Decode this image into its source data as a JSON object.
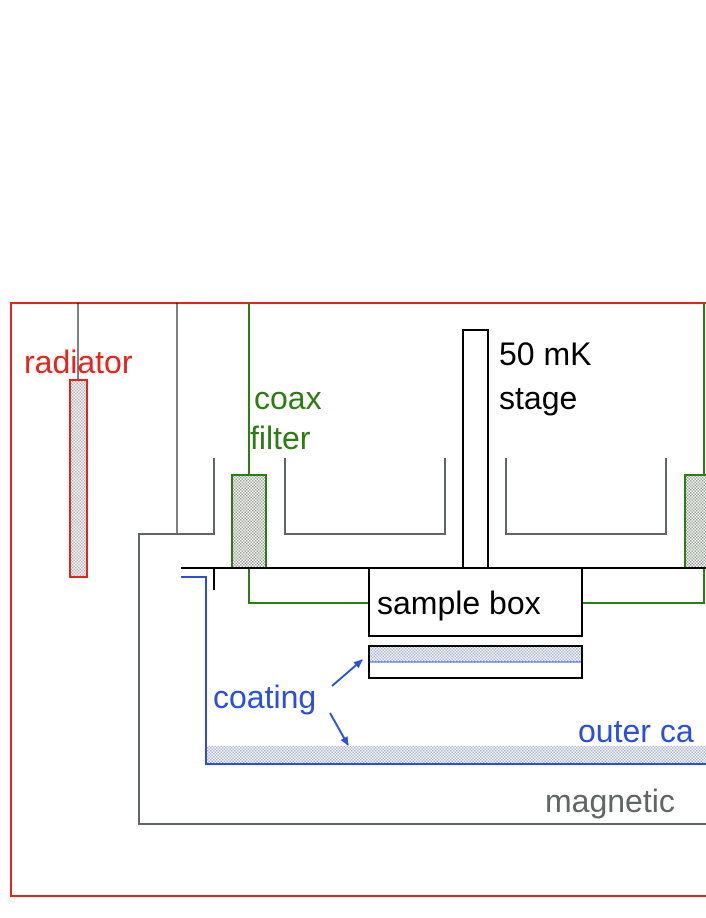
{
  "labels": {
    "radiator": "radiator",
    "coax_filter_line1": "coax",
    "coax_filter_line2": "filter",
    "stage_line1": "50 mK",
    "stage_line2": "stage",
    "sample_box": "sample box",
    "coating": "coating",
    "outer_can": "outer ca",
    "magnetic": "magnetic"
  },
  "colors": {
    "radiator": "#e8231c",
    "filter": "#2e7d12",
    "coating": "#2a4ee0",
    "shield": "#5f6663",
    "structure": "#000000",
    "frame": "#e8231c"
  }
}
